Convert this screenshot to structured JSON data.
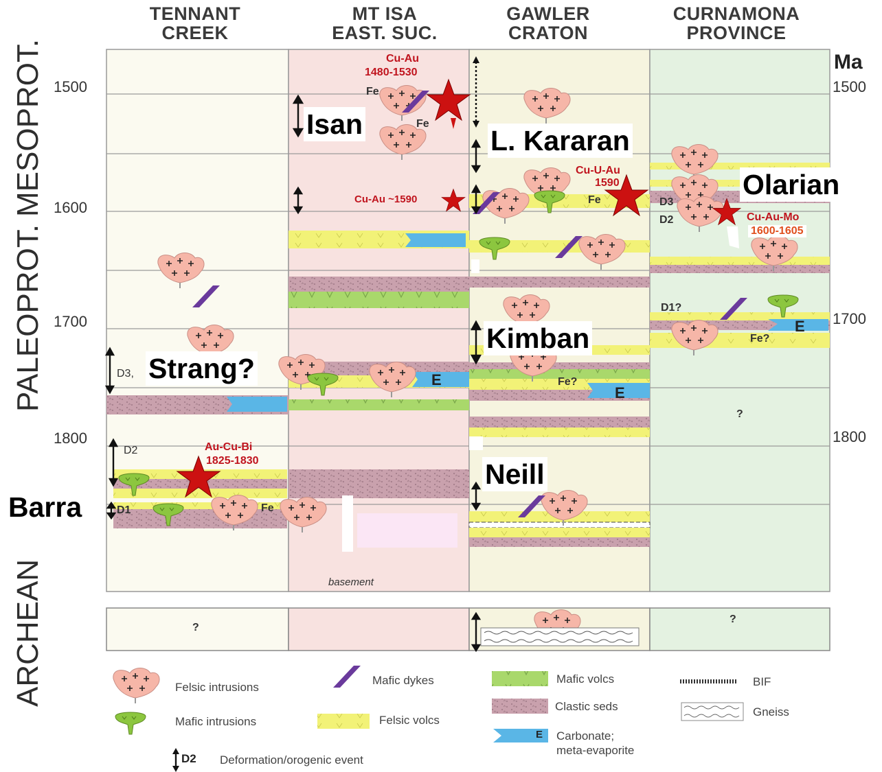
{
  "headers": [
    {
      "line1": "TENNANT",
      "line2": "CREEK"
    },
    {
      "line1": "MT ISA",
      "line2": "EAST. SUC."
    },
    {
      "line1": "GAWLER",
      "line2": "CRATON"
    },
    {
      "line1": "CURNAMONA",
      "line2": "PROVINCE"
    }
  ],
  "eras": {
    "meso": "MESOPROT.",
    "paleo": "PALEOPROT.",
    "archean": "ARCHEAN"
  },
  "unit_label": "Ma",
  "ticks_left": [
    "1500",
    "1600",
    "1700",
    "1800"
  ],
  "ticks_right": [
    "1500",
    "1700",
    "1800"
  ],
  "events": {
    "isan": "Isan",
    "kararan": "L. Kararan",
    "olarian": "Olarian",
    "kimban": "Kimban",
    "strang": "Strang?",
    "neill": "Neill",
    "barra": "Barra"
  },
  "mineral": {
    "cu_au_isa_1": "Cu-Au",
    "cu_au_isa_2": "1480-1530",
    "cu_au_1590": "Cu-Au ~1590",
    "cu_u_au_1": "Cu-U-Au",
    "cu_u_au_2": "1590",
    "cu_au_mo_1": "Cu-Au-Mo",
    "cu_au_mo_2": "1600-1605",
    "au_cu_bi_1": "Au-Cu-Bi",
    "au_cu_bi_2": "1825-1830"
  },
  "small_labels": {
    "fe": "Fe",
    "fe_q": "Fe?",
    "d1": "D1",
    "d2": "D2",
    "d3": "D3",
    "d3_tc": "D3,",
    "d1q": "D1?",
    "q": "?",
    "e": "E",
    "basement": "basement"
  },
  "legend": {
    "felsic_intr": "Felsic intrusions",
    "mafic_intr": "Mafic intrusions",
    "mafic_dykes": "Mafic dykes",
    "felsic_volcs": "Felsic volcs",
    "mafic_volcs": "Mafic volcs",
    "clastic": "Clastic seds",
    "carb1": "Carbonate;",
    "carb2": "meta-evaporite",
    "bif": "BIF",
    "gneiss": "Gneiss",
    "deform": "Deformation/orogenic event",
    "d2": "D2",
    "e": "E"
  },
  "colors": {
    "tc_bg": "#fbfaf0",
    "mi_bg": "#f8e2e0",
    "gc_bg": "#f6f4df",
    "cp_bg": "#e4f2e1",
    "felsic_volc": "#f2f277",
    "mafic_volc": "#a9d86b",
    "clastic": "#c9a1ad",
    "carbonate": "#5ab6e6",
    "dyke": "#6a3a9c",
    "intrusion": "#f6b6a8",
    "star": "#cc1111"
  }
}
